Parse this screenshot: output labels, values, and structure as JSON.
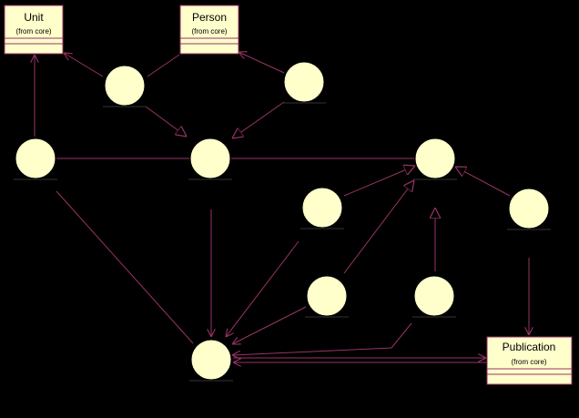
{
  "colors": {
    "background": "#000000",
    "fill": "#ffffcc",
    "line": "#993366"
  },
  "classes": [
    {
      "id": "unit",
      "name": "Unit",
      "stereotype": "(from core)"
    },
    {
      "id": "person",
      "name": "Person",
      "stereotype": "(from core)"
    },
    {
      "id": "publication",
      "name": "Publication",
      "stereotype": "(from core)"
    }
  ]
}
